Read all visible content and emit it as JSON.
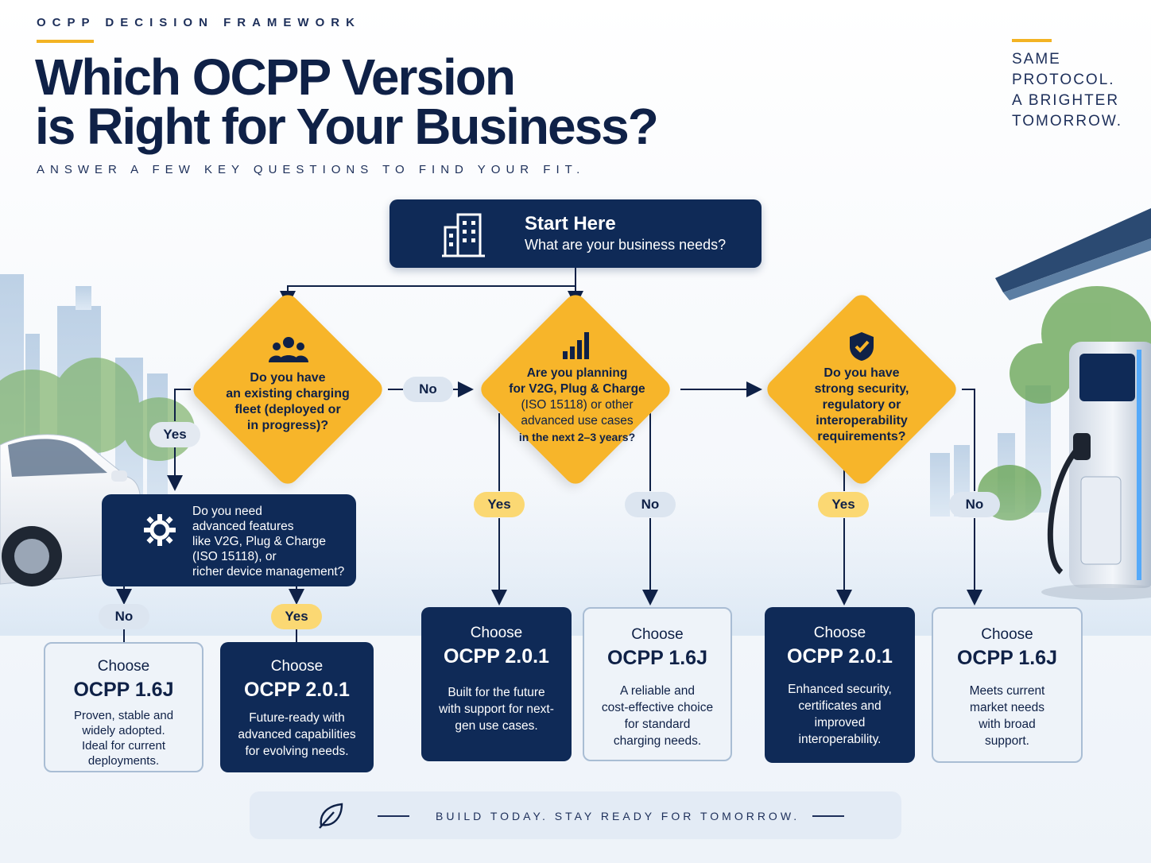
{
  "header": {
    "kicker": "OCPP DECISION FRAMEWORK",
    "title_line1": "Which OCPP Version",
    "title_line2": "is Right for Your Business?",
    "subtitle": "ANSWER A FEW KEY QUESTIONS TO FIND YOUR FIT.",
    "tagline": [
      "SAME",
      "PROTOCOL.",
      "A BRIGHTER",
      "TOMORROW."
    ]
  },
  "start": {
    "title": "Start Here",
    "subtitle": "What are your business needs?",
    "icon": "building-icon"
  },
  "questions": {
    "q1": "Do you have an existing charging fleet (deployed or in progress)?",
    "q2": "Are you planning for V2G, Plug & Charge (ISO 15118) or other advanced use cases in the next 2–3 years?",
    "q3": "Do you have strong security, regulatory or interoperability requirements?",
    "q4": "Do you need advanced features like V2G, Plug & Charge (ISO 15118), or richer device management?"
  },
  "question_lines": {
    "q1": [
      "Do you have",
      "an existing charging",
      "fleet (deployed or",
      "in progress)?"
    ],
    "q2": [
      "Are you planning",
      "for V2G, Plug & Charge",
      "(ISO 15118) or other",
      "advanced use cases",
      "in the next 2–3 years?"
    ],
    "q3": [
      "Do you have",
      "strong security,",
      "regulatory or",
      "interoperability",
      "requirements?"
    ],
    "q4": [
      "Do you need",
      "advanced features",
      "like V2G, Plug & Charge",
      "(ISO 15118), or",
      "richer device management?"
    ]
  },
  "labels": {
    "yes": "Yes",
    "no": "No"
  },
  "results": [
    {
      "choose": "Choose",
      "version": "OCPP 1.6J",
      "desc": [
        "Proven, stable and",
        "widely adopted.",
        "Ideal for current",
        "deployments."
      ]
    },
    {
      "choose": "Choose",
      "version": "OCPP 2.0.1",
      "desc": [
        "Future-ready with",
        "advanced capabilities",
        "for evolving needs."
      ]
    },
    {
      "choose": "Choose",
      "version": "OCPP 2.0.1",
      "desc": [
        "Built for the future",
        "with support for next-",
        "gen use cases."
      ]
    },
    {
      "choose": "Choose",
      "version": "OCPP 1.6J",
      "desc": [
        "A reliable and",
        "cost-effective choice",
        "for standard",
        "charging needs."
      ]
    },
    {
      "choose": "Choose",
      "version": "OCPP 2.0.1",
      "desc": [
        "Enhanced security,",
        "certificates and",
        "improved",
        "interoperability."
      ]
    },
    {
      "choose": "Choose",
      "version": "OCPP 1.6J",
      "desc": [
        "Meets current",
        "market needs",
        "with broad",
        "support."
      ]
    }
  ],
  "footer": {
    "text": "BUILD TODAY. STAY READY FOR TOMORROW.",
    "icon": "leaf-icon"
  },
  "colors": {
    "navy": "#0f2a57",
    "amber": "#f7b52a",
    "light": "#eef3f9"
  }
}
